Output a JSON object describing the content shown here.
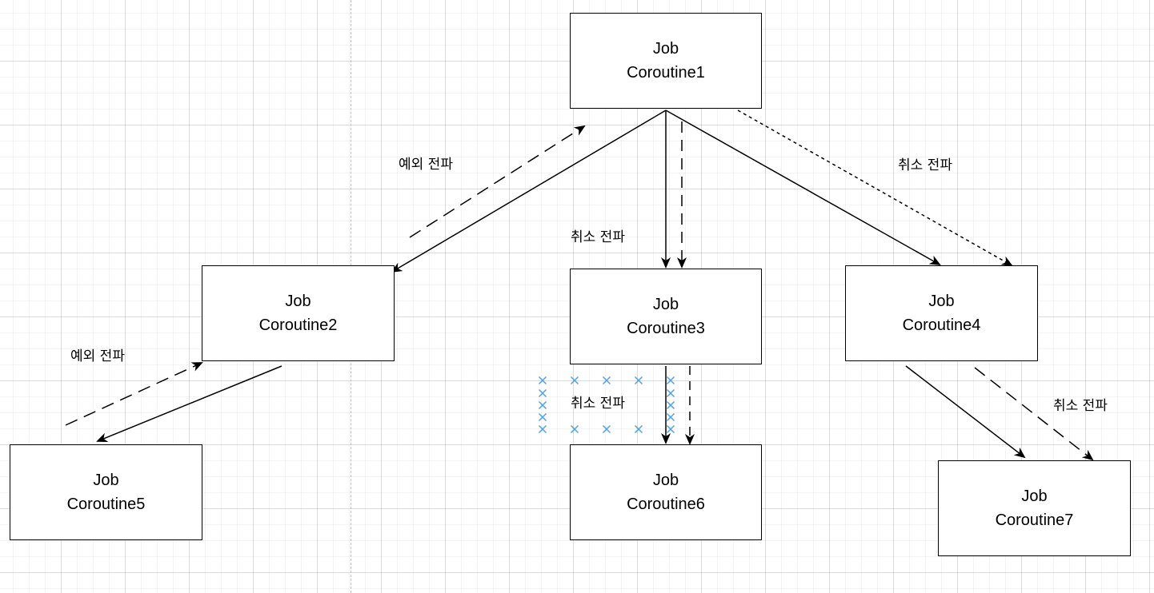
{
  "nodes": [
    {
      "id": "c1",
      "type": "Job",
      "name": "Coroutine1"
    },
    {
      "id": "c2",
      "type": "Job",
      "name": "Coroutine2"
    },
    {
      "id": "c3",
      "type": "Job",
      "name": "Coroutine3"
    },
    {
      "id": "c4",
      "type": "Job",
      "name": "Coroutine4"
    },
    {
      "id": "c5",
      "type": "Job",
      "name": "Coroutine5"
    },
    {
      "id": "c6",
      "type": "Job",
      "name": "Coroutine6"
    },
    {
      "id": "c7",
      "type": "Job",
      "name": "Coroutine7"
    }
  ],
  "labels": {
    "exception_c2_c1": "예외 전파",
    "exception_c5_c2": "예외 전파",
    "cancel_c1_c3": "취소 전파",
    "cancel_c1_c4": "취소 전파",
    "cancel_c3_c6": "취소 전파",
    "cancel_c4_c7": "취소 전파"
  },
  "edges": [
    {
      "from": "c1",
      "to": "c2",
      "kind": "parent-child"
    },
    {
      "from": "c1",
      "to": "c3",
      "kind": "parent-child"
    },
    {
      "from": "c1",
      "to": "c4",
      "kind": "parent-child"
    },
    {
      "from": "c2",
      "to": "c5",
      "kind": "parent-child"
    },
    {
      "from": "c3",
      "to": "c6",
      "kind": "parent-child"
    },
    {
      "from": "c4",
      "to": "c7",
      "kind": "parent-child"
    },
    {
      "from": "c2",
      "to": "c1",
      "kind": "exception-propagation"
    },
    {
      "from": "c5",
      "to": "c2",
      "kind": "exception-propagation"
    },
    {
      "from": "c1",
      "to": "c3",
      "kind": "cancellation-propagation"
    },
    {
      "from": "c1",
      "to": "c4",
      "kind": "cancellation-propagation"
    },
    {
      "from": "c3",
      "to": "c6",
      "kind": "cancellation-propagation"
    },
    {
      "from": "c4",
      "to": "c7",
      "kind": "cancellation-propagation"
    }
  ],
  "styles": {
    "line_color": "#000000",
    "blocked_marker_color": "#4aa3df"
  }
}
